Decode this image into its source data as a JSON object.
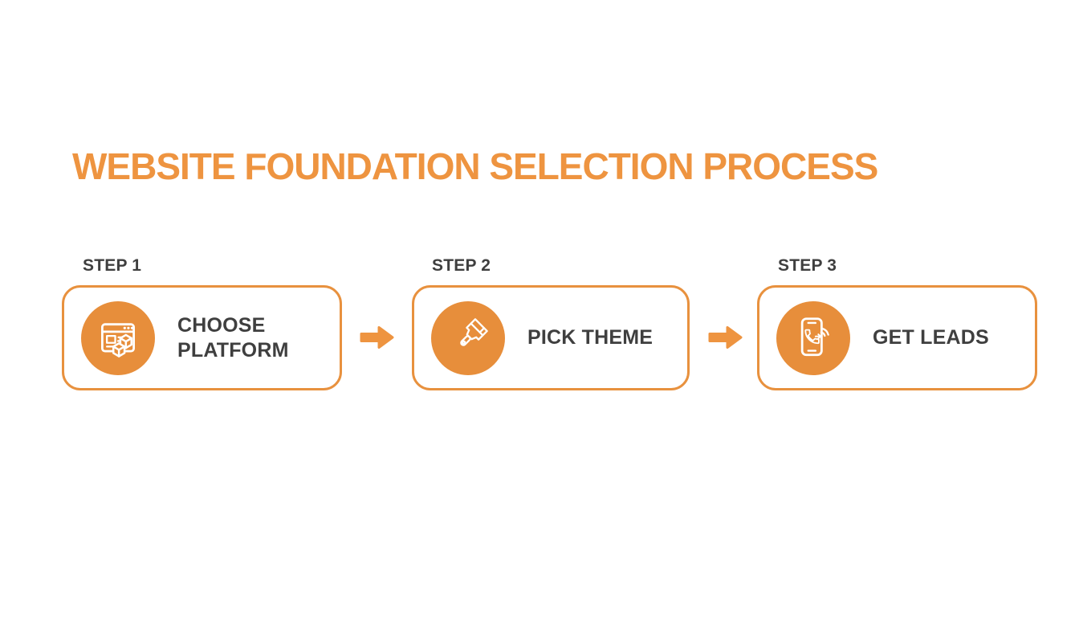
{
  "header": {
    "title": "WEBSITE FOUNDATION SELECTION PROCESS"
  },
  "steps": [
    {
      "label": "STEP 1",
      "name": "CHOOSE PLATFORM",
      "icon": "browser-blocks-icon"
    },
    {
      "label": "STEP 2",
      "name": "PICK THEME",
      "icon": "paintbrush-icon"
    },
    {
      "label": "STEP 3",
      "name": "GET LEADS",
      "icon": "phone-call-signal-icon"
    }
  ],
  "connectors": {
    "icon": "arrow-right-icon"
  },
  "colors": {
    "accent_orange": "#EE9440",
    "circle_orange": "#E78E3B",
    "border_orange": "#E8913E",
    "text_dark": "#3F3F3F",
    "background": "#FFFFFF"
  }
}
